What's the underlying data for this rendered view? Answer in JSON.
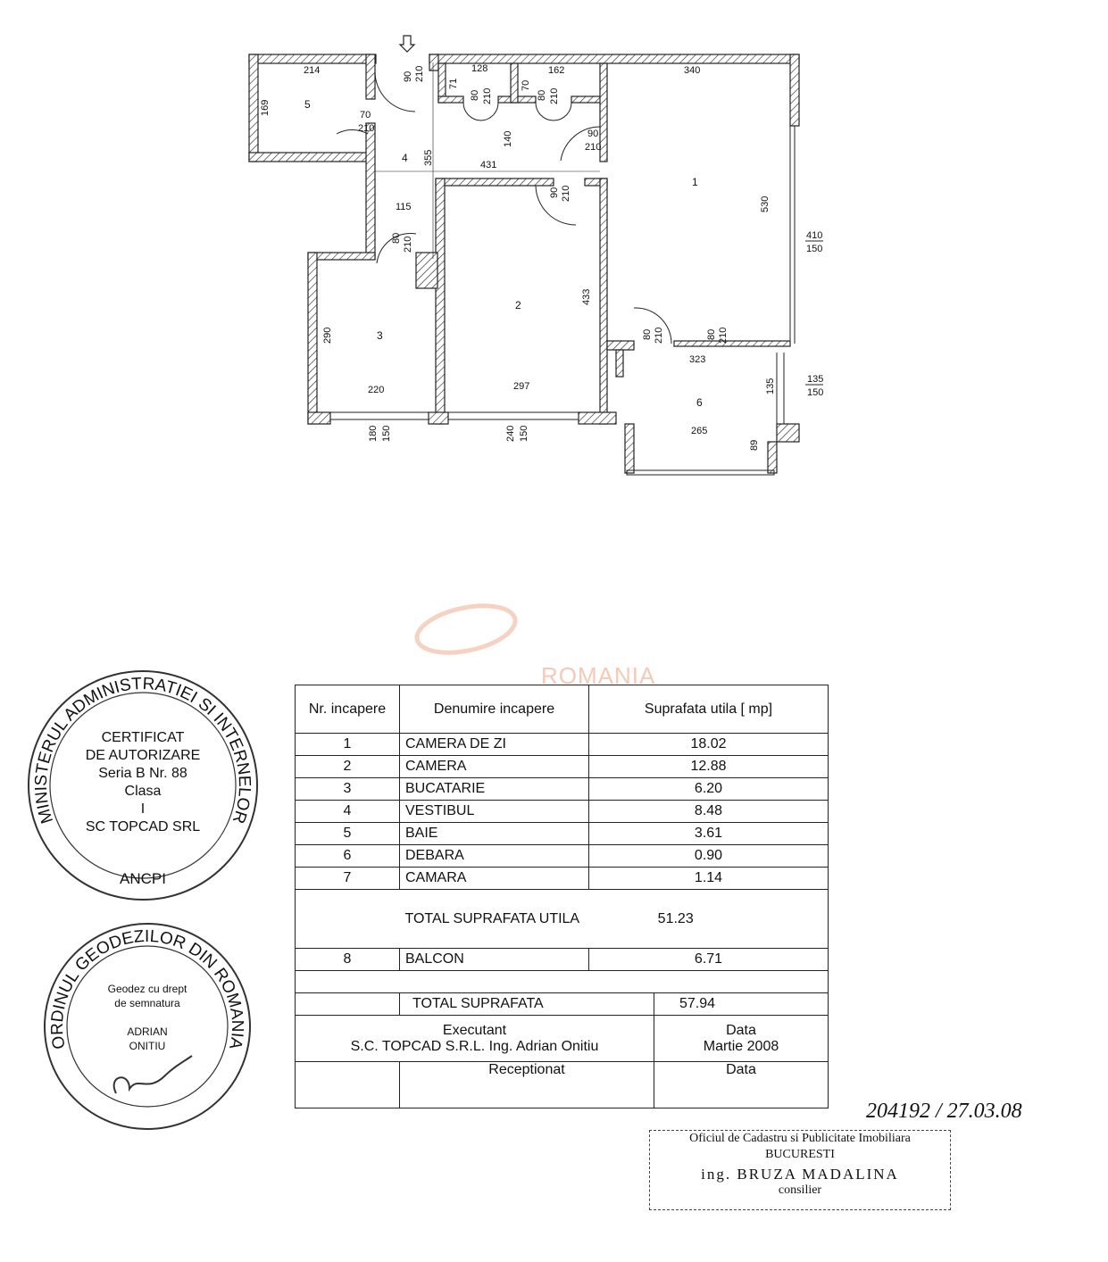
{
  "plan": {
    "room_numbers": [
      "1",
      "2",
      "3",
      "4",
      "5",
      "6"
    ],
    "dims": [
      "214",
      "169",
      "70",
      "210",
      "90",
      "210",
      "128",
      "71",
      "80",
      "210",
      "162",
      "70",
      "80",
      "210",
      "340",
      "90",
      "210",
      "355",
      "431",
      "140",
      "90",
      "210",
      "115",
      "80",
      "210",
      "530",
      "410",
      "150",
      "433",
      "290",
      "220",
      "297",
      "80",
      "210",
      "80",
      "210",
      "323",
      "135",
      "135",
      "150",
      "265",
      "89",
      "180",
      "150",
      "240",
      "150"
    ]
  },
  "watermark": "ROMANIA",
  "table": {
    "headers": {
      "nr": "Nr. incapere",
      "name": "Denumire incapere",
      "area": "Suprafata utila [ mp]"
    },
    "rows": [
      {
        "nr": "1",
        "name": "CAMERA DE ZI",
        "area": "18.02"
      },
      {
        "nr": "2",
        "name": "CAMERA",
        "area": "12.88"
      },
      {
        "nr": "3",
        "name": "BUCATARIE",
        "area": "6.20"
      },
      {
        "nr": "4",
        "name": "VESTIBUL",
        "area": "8.48"
      },
      {
        "nr": "5",
        "name": "BAIE",
        "area": "3.61"
      },
      {
        "nr": "6",
        "name": "DEBARA",
        "area": "0.90"
      },
      {
        "nr": "7",
        "name": "CAMARA",
        "area": "1.14"
      }
    ],
    "total_util_label": "TOTAL SUPRAFATA UTILA",
    "total_util_value": "51.23",
    "balcon": {
      "nr": "8",
      "name": "BALCON",
      "area": "6.71"
    },
    "total_label": "TOTAL SUPRAFATA",
    "total_value": "57.94",
    "executant_label": "Executant",
    "executant_value": "S.C. TOPCAD S.R.L. Ing. Adrian Onitiu",
    "data_label": "Data",
    "data_value": "Martie 2008",
    "receptionat_label": "Receptionat",
    "data2_label": "Data"
  },
  "stamps": {
    "left": {
      "ring": "MINISTERUL ADMINISTRATIEI SI INTERNELOR",
      "bottom": "ANCPI",
      "lines": [
        "CERTIFICAT",
        "DE AUTORIZARE",
        "Seria B Nr. 88",
        "Clasa",
        "I",
        "SC TOPCAD SRL"
      ]
    },
    "center": {
      "ring": "ORDINUL GEODEZILOR DIN ROMANIA",
      "lines": [
        "Geodez cu drept",
        "de semnatura",
        "ADRIAN",
        "ONITIU"
      ]
    }
  },
  "ocpi": {
    "line1": "Oficiul de Cadastru si Publicitate Imobiliara",
    "line2": "BUCURESTI",
    "line3": "ing. BRUZA MADALINA",
    "line4": "consilier"
  },
  "handwritten": "204192 / 27.03.08"
}
